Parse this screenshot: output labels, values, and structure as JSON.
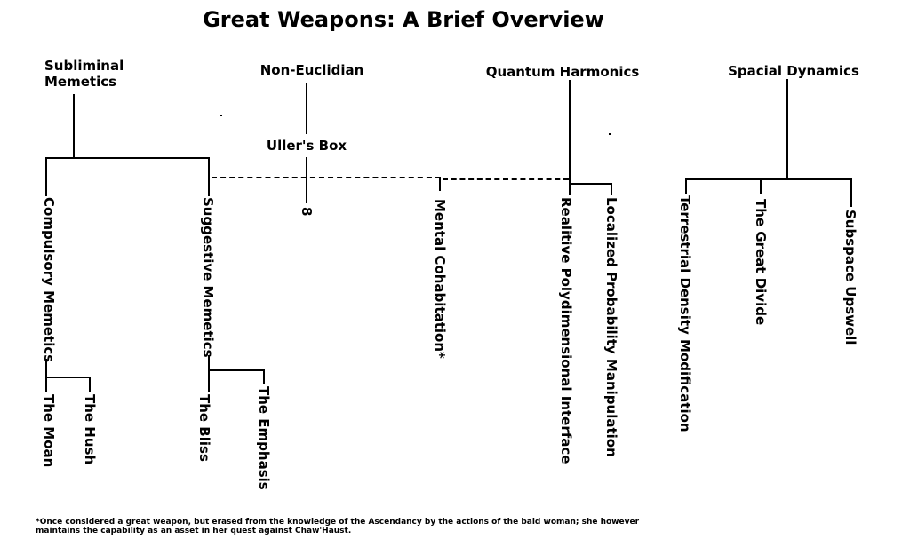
{
  "title": "Great Weapons: A Brief Overview",
  "categories": {
    "subliminal": {
      "line1": "Subliminal",
      "line2": "Memetics"
    },
    "non_euclidian": "Non-Euclidian",
    "uller": "Uller's Box",
    "quantum": "Quantum Harmonics",
    "spacial": "Spacial Dynamics"
  },
  "weapons": {
    "compulsory": "Compulsory Memetics",
    "moan": "The Moan",
    "hush": "The Hush",
    "suggestive": "Suggestive Memetics",
    "bliss": "The Bliss",
    "emphasis": "The Emphasis",
    "eight": "8",
    "mental": "Mental Cohabitation*",
    "realitive": "Realitive Polydimensional Interface",
    "localized": "Localized Probability Manipulation",
    "terrestrial": "Terrestrial Density Modification",
    "great_divide": "The Great Divide",
    "subspace": "Subspace Upswell"
  },
  "footnote": {
    "line1": "*Once considered a great weapon, but erased from the knowledge of the Ascendancy by the actions of the bald woman; she however",
    "line2": "maintains the capability as an asset in her quest against Chaw'Haust."
  }
}
